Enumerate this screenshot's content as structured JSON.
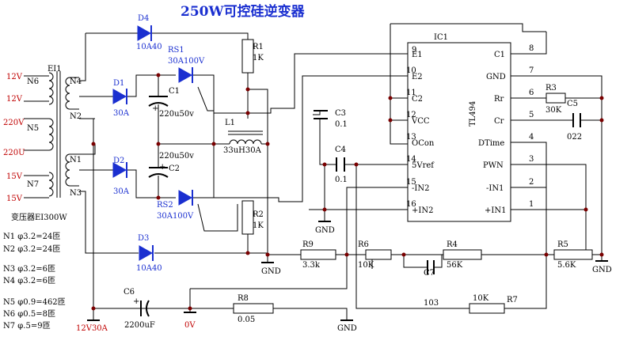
{
  "title": "250W可控硅逆变器",
  "ic": {
    "ref": "IC1",
    "part": "TL494",
    "left_pins": [
      {
        "num": "9",
        "name": "E1"
      },
      {
        "num": "10",
        "name": "E2"
      },
      {
        "num": "11",
        "name": "C2"
      },
      {
        "num": "12",
        "name": "VCC"
      },
      {
        "num": "13",
        "name": "OCon"
      },
      {
        "num": "14",
        "name": "5Vref"
      },
      {
        "num": "15",
        "name": "-IN2"
      },
      {
        "num": "16",
        "name": "+IN2"
      }
    ],
    "right_pins": [
      {
        "num": "8",
        "name": "C1"
      },
      {
        "num": "7",
        "name": "GND"
      },
      {
        "num": "6",
        "name": "Rr"
      },
      {
        "num": "5",
        "name": "Cr"
      },
      {
        "num": "4",
        "name": "DTime"
      },
      {
        "num": "3",
        "name": "PWN"
      },
      {
        "num": "2",
        "name": "-IN1"
      },
      {
        "num": "1",
        "name": "+IN1"
      }
    ]
  },
  "transformer": {
    "ref": "EI1",
    "label": "变压器EI300W",
    "taps": [
      "12V",
      "12V",
      "220V",
      "220U",
      "15V",
      "15V"
    ],
    "windings_left": [
      "N6",
      "N5",
      "N7"
    ],
    "windings_right": [
      "N4",
      "N2",
      "N1",
      "N3"
    ]
  },
  "components": {
    "D4": {
      "ref": "D4",
      "value": "10A40"
    },
    "D1": {
      "ref": "D1",
      "value": "30A"
    },
    "D2": {
      "ref": "D2",
      "value": "30A"
    },
    "D3": {
      "ref": "D3",
      "value": "10A40"
    },
    "RS1": {
      "ref": "RS1",
      "value": "30A100V"
    },
    "RS2": {
      "ref": "RS2",
      "value": "30A100V"
    },
    "C1": {
      "ref": "C1",
      "value": "220u50v"
    },
    "C2": {
      "ref": "C2",
      "value": "220u50v"
    },
    "R1": {
      "ref": "R1",
      "value": "1K"
    },
    "R2": {
      "ref": "R2",
      "value": "1K"
    },
    "L1": {
      "ref": "L1",
      "value": "33uH30A"
    },
    "C3": {
      "ref": "C3",
      "value": "0.1"
    },
    "C4": {
      "ref": "C4",
      "value": "0.1"
    },
    "R3": {
      "ref": "R3",
      "value": "30K"
    },
    "C5": {
      "ref": "C5",
      "value": "022"
    },
    "R9": {
      "ref": "R9",
      "value": "3.3k"
    },
    "R6": {
      "ref": "R6",
      "value": "10K"
    },
    "R4": {
      "ref": "R4",
      "value": "56K"
    },
    "R5": {
      "ref": "R5",
      "value": "5.6K"
    },
    "C7": {
      "ref": "C7",
      "value": "103"
    },
    "R7": {
      "ref": "R7",
      "value": "10K"
    },
    "C6": {
      "ref": "C6",
      "value": "2200uF"
    },
    "R8": {
      "ref": "R8",
      "value": "0.05"
    }
  },
  "grounds": [
    "GND",
    "GND",
    "GND",
    "GND"
  ],
  "rails": {
    "input": "12V30A",
    "zero": "0V"
  },
  "plus": "+",
  "winding_specs": [
    "N1  φ3.2=24匝",
    "N2  φ3.2=24匝",
    "N3  φ3.2=6匝",
    "N4  φ3.2=6匝",
    "N5  φ0.9=462匝",
    "N6  φ0.5=8匝",
    "N7  φ.5=9匝"
  ]
}
